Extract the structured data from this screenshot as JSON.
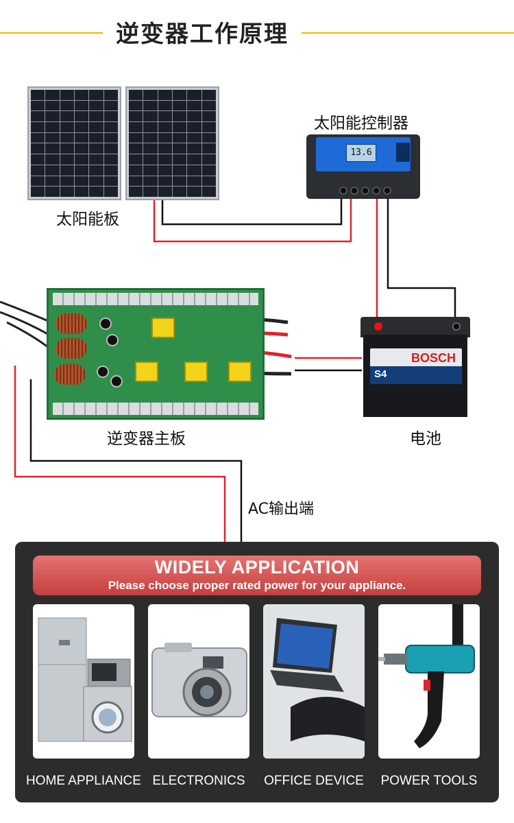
{
  "header": {
    "title": "逆变器工作原理"
  },
  "components": {
    "solar_panel": {
      "label": "太阳能板",
      "icon": "solar-panel-icon"
    },
    "controller": {
      "label": "太阳能控制器",
      "icon": "charge-controller-icon",
      "display_value": "13.6"
    },
    "inverter_board": {
      "label": "逆变器主板",
      "icon": "circuit-board-icon"
    },
    "battery": {
      "label": "电池",
      "icon": "car-battery-icon",
      "brand": "BOSCH",
      "model": "S4"
    },
    "ac_output": {
      "label": "AC输出端"
    }
  },
  "colors": {
    "accent_line": "#f0b400",
    "wire_red": "#e0232a",
    "wire_black": "#111111",
    "panel_bg": "#2c2c2c",
    "banner": "#d9534f"
  },
  "application": {
    "title": "WIDELY APPLICATION",
    "subtitle": "Please choose proper rated power for your appliance.",
    "items": [
      {
        "label": "HOME APPLIANCE",
        "icon": "home-appliance-icon"
      },
      {
        "label": "ELECTRONICS",
        "icon": "camera-icon"
      },
      {
        "label": "OFFICE DEVICE",
        "icon": "laptop-icon"
      },
      {
        "label": "POWER TOOLS",
        "icon": "power-drill-icon"
      }
    ]
  }
}
